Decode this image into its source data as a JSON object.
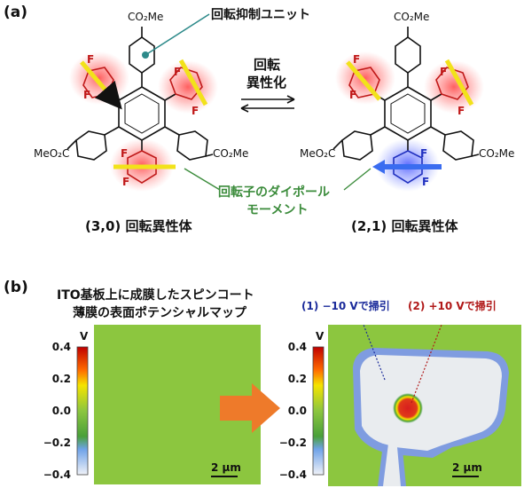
{
  "panel_a": {
    "label": "(a)",
    "rotor_unit_label": "回転抑制ユニット",
    "isomerization_label_line1": "回転",
    "isomerization_label_line2": "異性化",
    "dipole_label_line1": "回転子のダイポール",
    "dipole_label_line2": "モーメント",
    "left_isomer": "(3,0) 回転異性体",
    "right_isomer": "(2,1) 回転異性体",
    "ester_top": "CO₂Me",
    "ester_left": "MeO₂C",
    "ester_right": "CO₂Me",
    "fluorine": "F"
  },
  "panel_b": {
    "label": "(b)",
    "title_line1": "ITO基板上に成膜したスピンコート",
    "title_line2": "薄膜の表面ポテンシャルマップ",
    "sweep1": "(1) −10 Vで掃引",
    "sweep2": "(2) +10 Vで掃引",
    "colorbar_unit": "V",
    "colorbar_ticks": [
      "0.4",
      "0.2",
      "0.0",
      "−0.2",
      "−0.4"
    ],
    "scalebar": "2 μm",
    "colors": {
      "map_background": "#8cc63f",
      "bulk": "#e9ecef",
      "edge": "#7f9ce0",
      "spot": "#d81e1e",
      "arrow": "#ee7a2a"
    }
  }
}
